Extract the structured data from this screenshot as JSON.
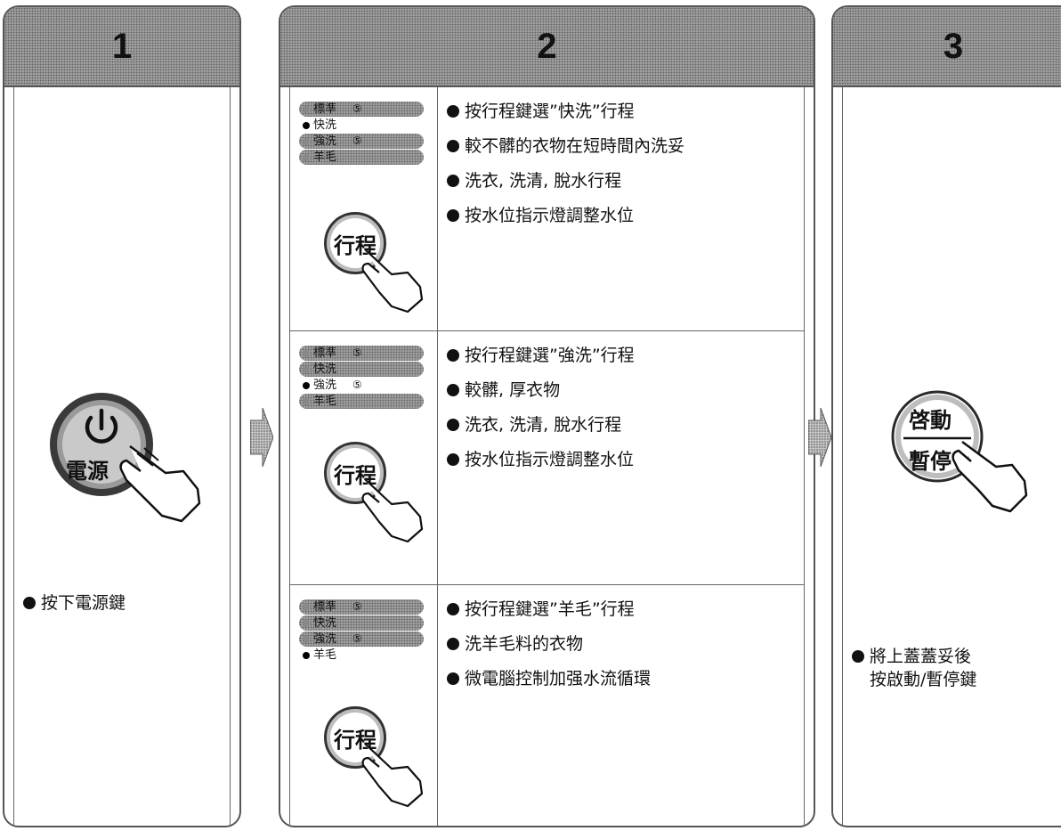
{
  "steps": [
    {
      "number": "1",
      "caption": "按下電源鍵",
      "button_icon": "power-icon",
      "button_label": "電源"
    },
    {
      "number": "2"
    },
    {
      "number": "3",
      "caption_line1": "將上蓋蓋妥後",
      "caption_line2": "按啟動/暫停鍵",
      "button_top": "啓動",
      "button_bottom": "暫停"
    }
  ],
  "program_button_label": "行程",
  "mode_labels": [
    "標準",
    "快洗",
    "強洗",
    "羊毛"
  ],
  "rows": [
    {
      "active_mode": "快洗",
      "bullets": [
        "按行程鍵選”快洗”行程",
        "較不髒的衣物在短時間內洗妥",
        "洗衣, 洗清, 脫水行程",
        "按水位指示燈調整水位"
      ]
    },
    {
      "active_mode": "強洗",
      "bullets": [
        "按行程鍵選”強洗”行程",
        "較髒, 厚衣物",
        "洗衣, 洗清, 脫水行程",
        "按水位指示燈調整水位"
      ]
    },
    {
      "active_mode": "羊毛",
      "bullets": [
        "按行程鍵選”羊毛”行程",
        "洗羊毛料的衣物",
        "微電腦控制加强水流循環"
      ]
    }
  ]
}
